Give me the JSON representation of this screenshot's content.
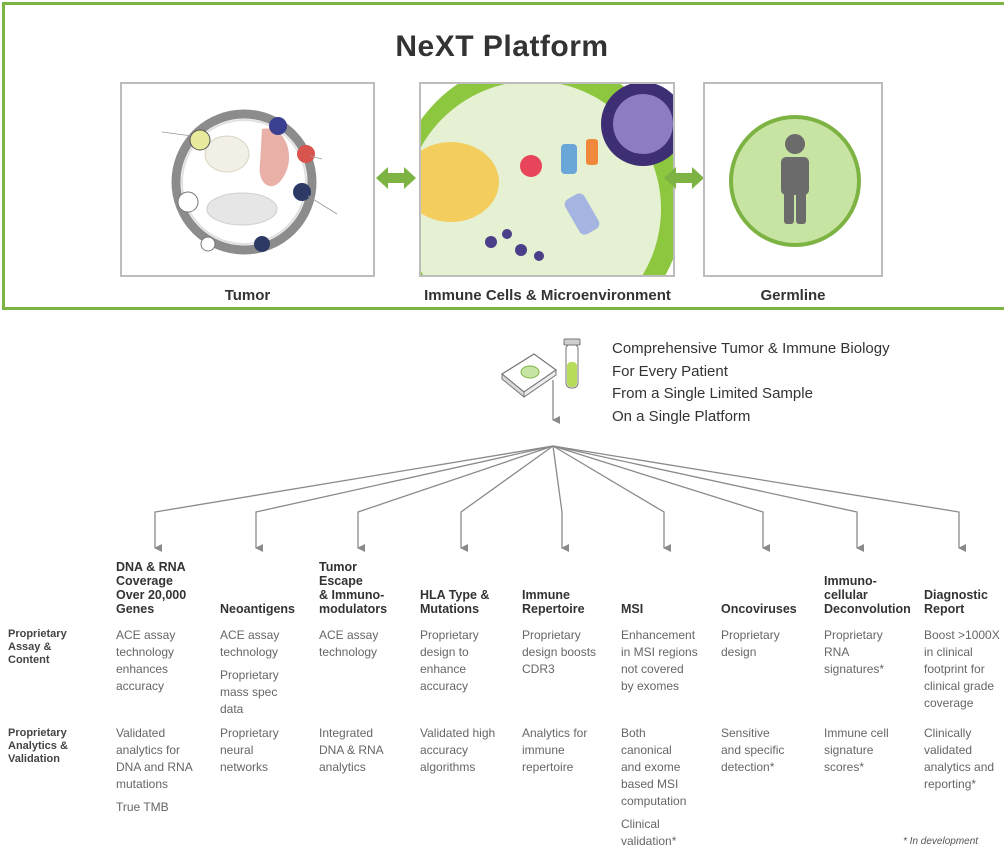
{
  "title": "NeXT Platform",
  "panels": [
    {
      "label": "Tumor"
    },
    {
      "label": "Immune Cells & Microenvironment"
    },
    {
      "label": "Germline"
    }
  ],
  "summary_lines": [
    "Comprehensive Tumor & Immune Biology",
    "For Every Patient",
    "From a Single Limited Sample",
    "On a Single Platform"
  ],
  "row_labels": [
    "Proprietary\nAssay &\nContent",
    "Proprietary\nAnalytics &\nValidation"
  ],
  "columns": [
    {
      "head": "DNA & RNA\nCoverage\nOver 20,000\nGenes",
      "assay": [
        "ACE assay\ntechnology\nenhances\naccuracy"
      ],
      "analytics": [
        "Validated\nanalytics for\nDNA and RNA\nmutations",
        "True TMB"
      ]
    },
    {
      "head": "Neoantigens",
      "assay": [
        "ACE assay\ntechnology",
        "Proprietary\nmass spec\ndata"
      ],
      "analytics": [
        "Proprietary\nneural\nnetworks"
      ]
    },
    {
      "head": "Tumor\nEscape\n& Immuno-\nmodulators",
      "assay": [
        "ACE assay\ntechnology"
      ],
      "analytics": [
        "Integrated\nDNA & RNA\nanalytics"
      ]
    },
    {
      "head": "HLA Type &\nMutations",
      "assay": [
        "Proprietary\ndesign to\nenhance\naccuracy"
      ],
      "analytics": [
        "Validated high\naccuracy\nalgorithms"
      ]
    },
    {
      "head": "Immune\nRepertoire",
      "assay": [
        "Proprietary\ndesign boosts\nCDR3"
      ],
      "analytics": [
        "Analytics for\nimmune\nrepertoire"
      ]
    },
    {
      "head": "MSI",
      "assay": [
        "Enhancement\nin MSI regions\nnot covered\nby exomes"
      ],
      "analytics": [
        "Both\ncanonical\nand exome\nbased MSI\ncomputation",
        "Clinical\nvalidation*"
      ]
    },
    {
      "head": "Oncoviruses",
      "assay": [
        "Proprietary\ndesign"
      ],
      "analytics": [
        "Sensitive\nand specific\ndetection*"
      ]
    },
    {
      "head": "Immuno-\ncellular\nDeconvolution",
      "assay": [
        "Proprietary\nRNA\nsignatures*"
      ],
      "analytics": [
        "Immune cell\nsignature\nscores*"
      ]
    },
    {
      "head": "Diagnostic\nReport",
      "assay": [
        "Boost >1000X\nin clinical\nfootprint for\nclinical grade\ncoverage"
      ],
      "analytics": [
        "Clinically\nvalidated\nanalytics and\nreporting*"
      ]
    }
  ],
  "footnote": "* In development",
  "colors": {
    "accent_green": "#7cb342",
    "panel_border": "#bdbdbd",
    "arrow_gray": "#8a8a8a"
  }
}
